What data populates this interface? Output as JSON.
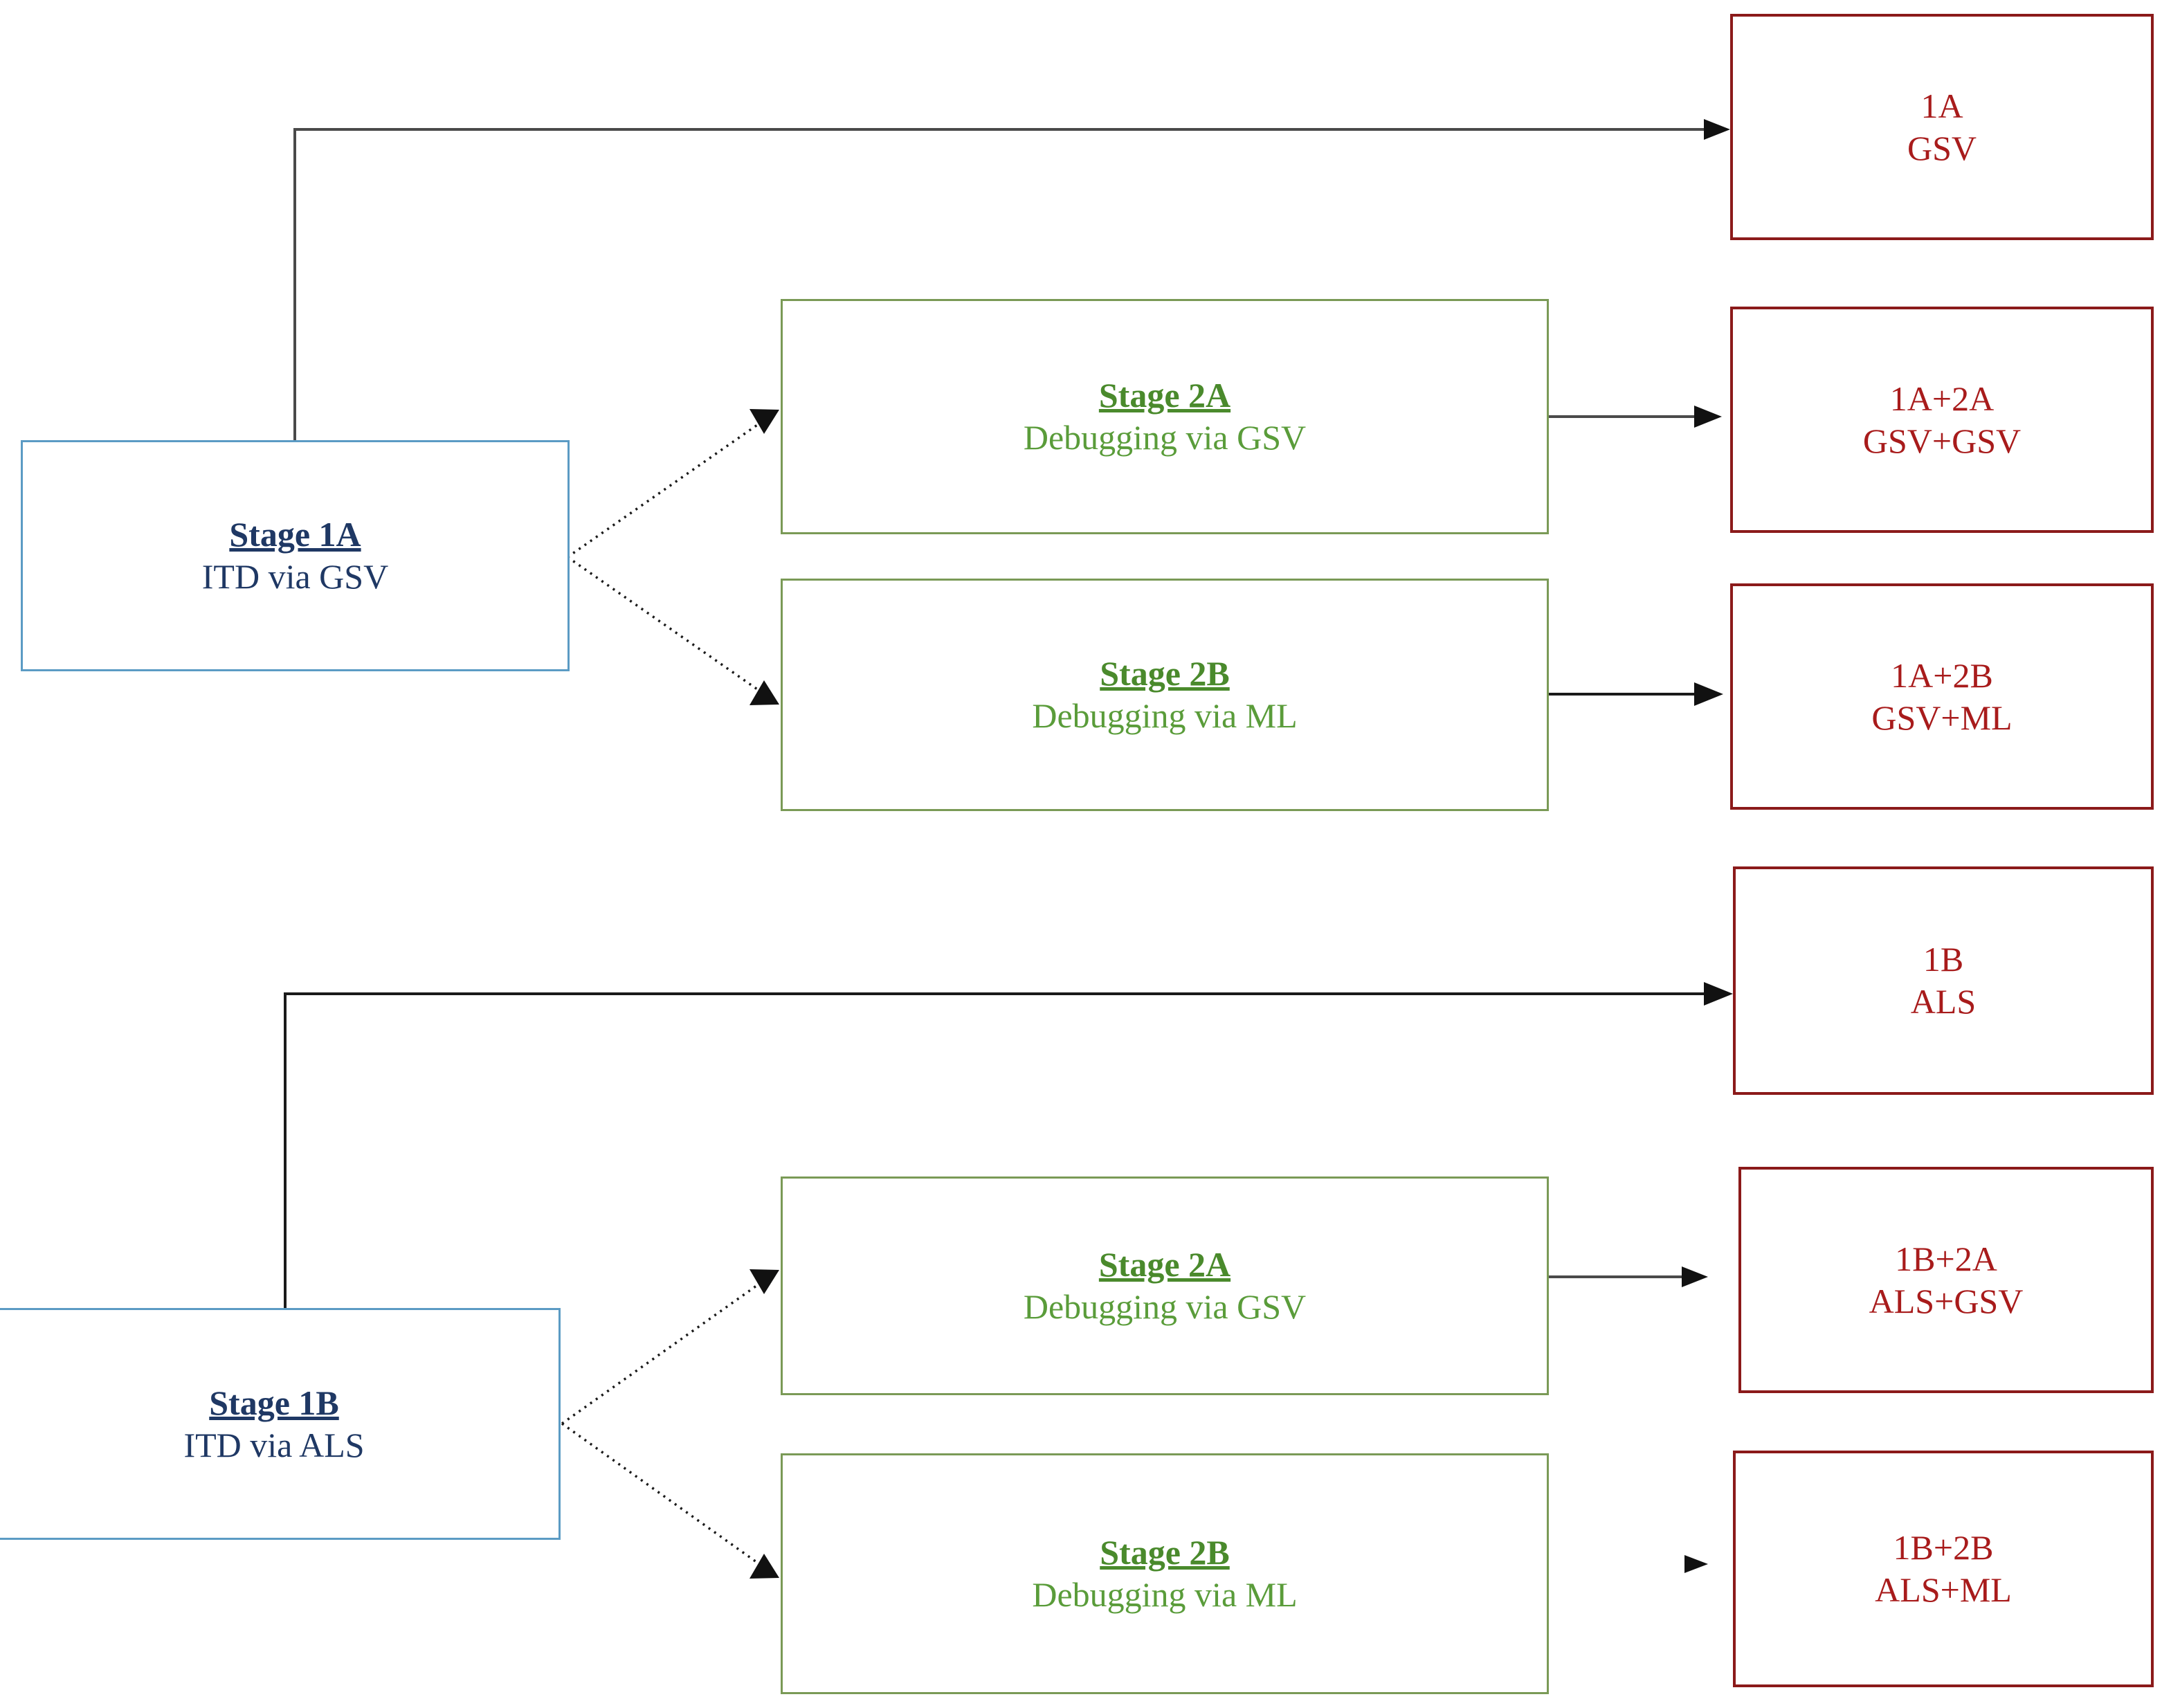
{
  "diagram": {
    "title": "Two-stage study design flowchart",
    "colors": {
      "stage_border": "#5b9bc4",
      "stage_text": "#1f3864",
      "debug_border": "#7a9a56",
      "debug_text": "#4f9c2f",
      "outcome_border": "#8b1a1a",
      "outcome_text": "#a81b1b",
      "connector": "#1a1a1a"
    },
    "stage_nodes": [
      {
        "id": "stage-1a",
        "title": "Stage 1A",
        "subtitle": "ITD via GSV"
      },
      {
        "id": "stage-1b",
        "title": "Stage 1B",
        "subtitle": "ITD via ALS"
      }
    ],
    "debug_nodes": [
      {
        "id": "stage-2a-top",
        "title": "Stage 2A",
        "subtitle": "Debugging via GSV"
      },
      {
        "id": "stage-2b-top",
        "title": "Stage 2B",
        "subtitle": "Debugging via ML"
      },
      {
        "id": "stage-2a-bottom",
        "title": "Stage 2A",
        "subtitle": "Debugging via GSV"
      },
      {
        "id": "stage-2b-bottom",
        "title": "Stage 2B",
        "subtitle": "Debugging via ML"
      }
    ],
    "outcome_nodes": [
      {
        "id": "outcome-1a",
        "line1": "1A",
        "line2": "GSV"
      },
      {
        "id": "outcome-1a-2a",
        "line1": "1A+2A",
        "line2": "GSV+GSV"
      },
      {
        "id": "outcome-1a-2b",
        "line1": "1A+2B",
        "line2": "GSV+ML"
      },
      {
        "id": "outcome-1b",
        "line1": "1B",
        "line2": "ALS"
      },
      {
        "id": "outcome-1b-2a",
        "line1": "1B+2A",
        "line2": "ALS+GSV"
      },
      {
        "id": "outcome-1b-2b",
        "line1": "1B+2B",
        "line2": "ALS+ML"
      }
    ],
    "connections": [
      {
        "from": "stage-1a",
        "to": "outcome-1a",
        "style": "solid-elbow"
      },
      {
        "from": "stage-1a",
        "to": "stage-2a-top",
        "style": "dotted"
      },
      {
        "from": "stage-1a",
        "to": "stage-2b-top",
        "style": "dotted"
      },
      {
        "from": "stage-2a-top",
        "to": "outcome-1a-2a",
        "style": "solid"
      },
      {
        "from": "stage-2b-top",
        "to": "outcome-1a-2b",
        "style": "solid"
      },
      {
        "from": "stage-1b",
        "to": "outcome-1b",
        "style": "solid-elbow"
      },
      {
        "from": "stage-1b",
        "to": "stage-2a-bottom",
        "style": "dotted"
      },
      {
        "from": "stage-1b",
        "to": "stage-2b-bottom",
        "style": "dotted"
      },
      {
        "from": "stage-2a-bottom",
        "to": "outcome-1b-2a",
        "style": "solid"
      },
      {
        "from": "stage-2b-bottom",
        "to": "outcome-1b-2b",
        "style": "arrowhead-only"
      }
    ]
  }
}
